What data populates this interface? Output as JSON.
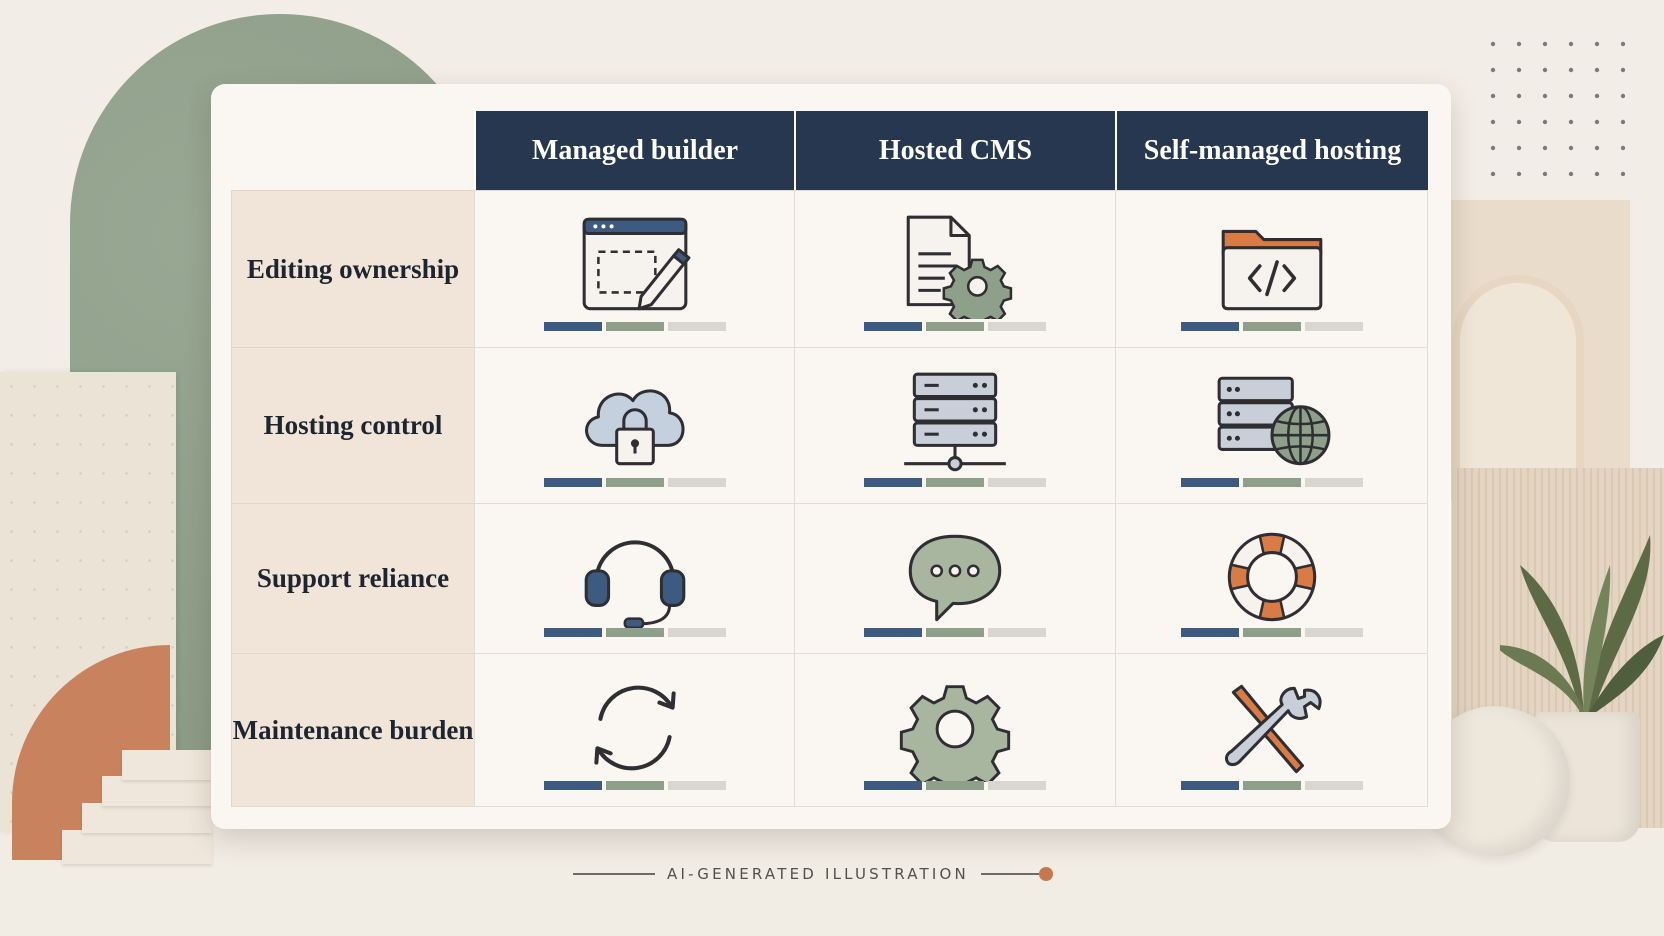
{
  "table": {
    "columns": [
      "Managed builder",
      "Hosted CMS",
      "Self-managed hosting"
    ],
    "rows": [
      {
        "label": "Editing ownership",
        "icons": [
          "browser-edit-icon",
          "document-gear-icon",
          "folder-code-icon"
        ]
      },
      {
        "label": "Hosting control",
        "icons": [
          "cloud-lock-icon",
          "server-stack-icon",
          "server-globe-icon"
        ]
      },
      {
        "label": "Support reliance",
        "icons": [
          "headset-icon",
          "chat-bubble-icon",
          "lifebuoy-icon"
        ]
      },
      {
        "label": "Maintenance burden",
        "icons": [
          "refresh-icon",
          "gear-icon",
          "tools-icon"
        ]
      }
    ],
    "rating_bar_colors": [
      "#3d5a80",
      "#8fa08a",
      "#d9d6d0"
    ]
  },
  "caption": "AI-GENERATED ILLUSTRATION",
  "colors": {
    "header_bg": "#273750",
    "row_label_bg": "#f0e5d8",
    "accent_blue": "#3d5a80",
    "accent_green": "#8fa08a",
    "accent_orange": "#d97b45"
  }
}
